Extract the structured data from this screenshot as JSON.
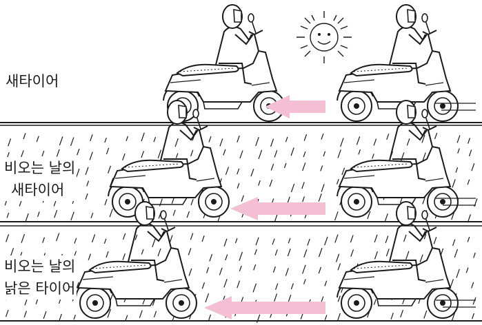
{
  "panels": [
    {
      "id": "sunny",
      "label_lines": [
        "새타이어"
      ],
      "weather": "sun",
      "icons": [
        "sun-icon",
        "scooter-icon",
        "arrow-left-icon"
      ]
    },
    {
      "id": "rain-new",
      "label_lines": [
        "비오는 날의",
        "새타이어"
      ],
      "weather": "rain",
      "icons": [
        "rain-icon",
        "scooter-icon",
        "arrow-left-icon"
      ]
    },
    {
      "id": "rain-worn",
      "label_lines": [
        "비오는 날의",
        "낡은 타이어"
      ],
      "weather": "rain",
      "icons": [
        "rain-icon",
        "scooter-icon",
        "arrow-left-icon"
      ]
    }
  ],
  "colors": {
    "arrow": "#f5bfd3",
    "line": "#1a1a1a",
    "background": "#ffffff"
  }
}
